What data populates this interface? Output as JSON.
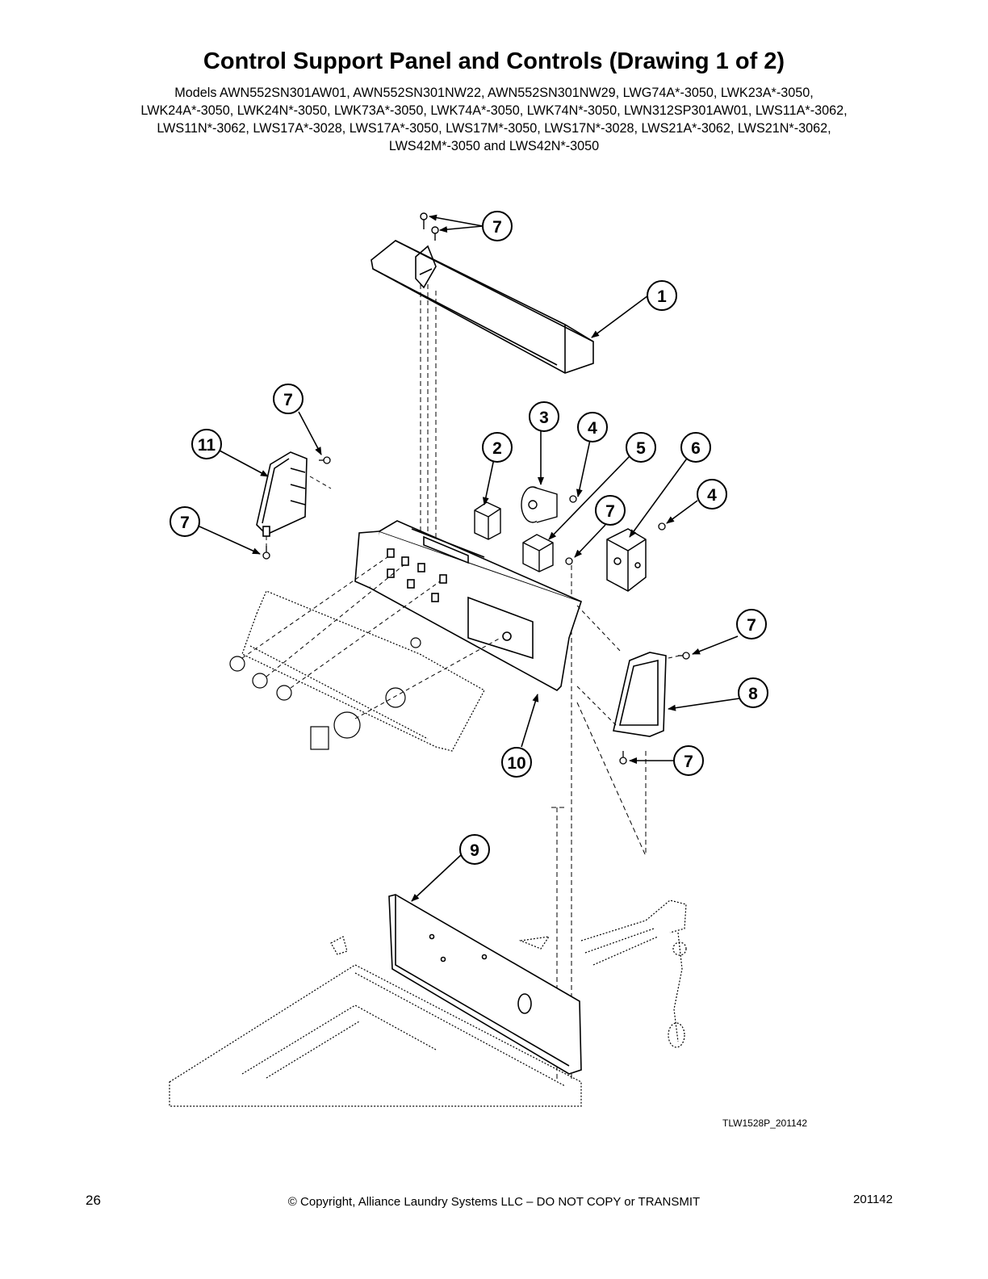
{
  "header": {
    "title": "Control Support Panel and Controls (Drawing 1 of 2)",
    "models_lines": [
      "Models AWN552SN301AW01, AWN552SN301NW22, AWN552SN301NW29, LWG74A*-3050, LWK23A*-3050,",
      "LWK24A*-3050, LWK24N*-3050, LWK73A*-3050, LWK74A*-3050, LWK74N*-3050, LWN312SP301AW01, LWS11A*-3062,",
      "LWS11N*-3062, LWS17A*-3028, LWS17A*-3050, LWS17M*-3050, LWS17N*-3028, LWS21A*-3062, LWS21N*-3062,",
      "LWS42M*-3050 and LWS42N*-3050"
    ]
  },
  "diagram": {
    "callouts": [
      "7",
      "1",
      "7",
      "11",
      "7",
      "3",
      "4",
      "2",
      "5",
      "6",
      "4",
      "7",
      "7",
      "8",
      "10",
      "7",
      "9"
    ],
    "drawing_id": "TLW1528P_201142"
  },
  "footer": {
    "page_number": "26",
    "copyright": "© Copyright, Alliance Laundry Systems LLC – DO NOT COPY or TRANSMIT",
    "doc_code": "201142"
  }
}
